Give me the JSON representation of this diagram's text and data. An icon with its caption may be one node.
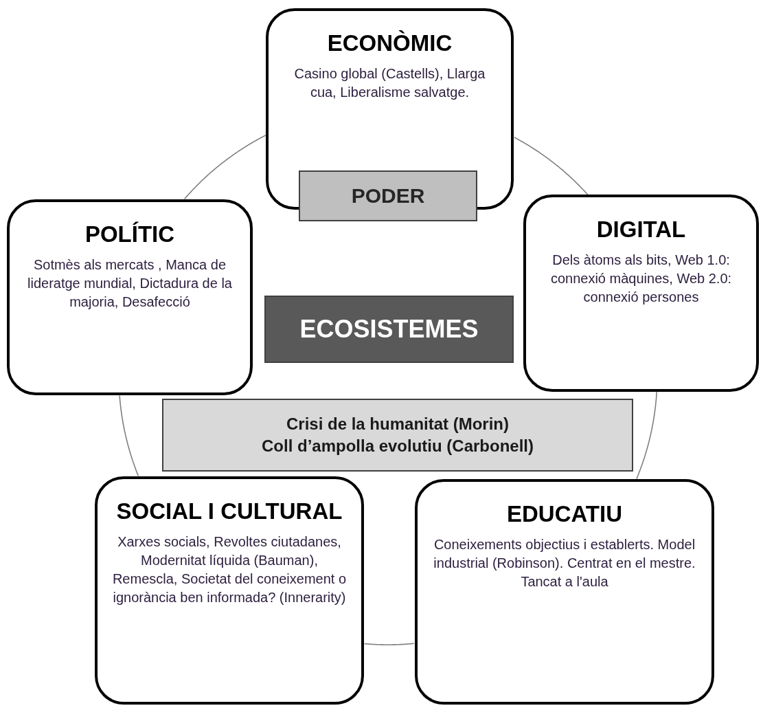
{
  "diagram": {
    "nodes": [
      {
        "text": [
          "ECONÒMIC",
          "Casino global (Castells), Llarga cua, Liberalisme salvatge."
        ]
      },
      {
        "text": [
          "PODER"
        ]
      },
      {
        "text": [
          "POLÍTIC",
          "Sotmès als mercats , Manca de lideratge mundial, Dictadura de la majoria, Desafecció"
        ]
      },
      {
        "text": [
          "ECOSISTEMES"
        ]
      },
      {
        "text": [
          "DIGITAL",
          "Dels àtoms als bits, Web 1.0:  connexió màquines, Web 2.0: connexió persones"
        ]
      },
      {
        "text": [
          "Crisi de la humanitat  (Morin)",
          "Coll d’ampolla  evolutiu (Carbonell)"
        ]
      },
      {
        "text": [
          "SOCIAL I CULTURAL",
          "Xarxes socials, Revoltes ciutadanes, Modernitat líquida (Bauman), Remescla, Societat del coneixement o ignorància ben informada? (Innerarity)"
        ]
      },
      {
        "text": [
          "EDUCATIU",
          "Coneixements objectius i establerts.  Model industrial (Robinson). Centrat en el mestre. Tancat a l'aula"
        ]
      }
    ],
    "edges": [
      {
        "from": 0,
        "to": 4,
        "arrow": "none"
      },
      {
        "from": 4,
        "to": 7,
        "arrow": "none"
      },
      {
        "from": 7,
        "to": 6,
        "arrow": "none"
      },
      {
        "from": 6,
        "to": 2,
        "arrow": "none"
      },
      {
        "from": 2,
        "to": 0,
        "arrow": "none"
      }
    ]
  }
}
